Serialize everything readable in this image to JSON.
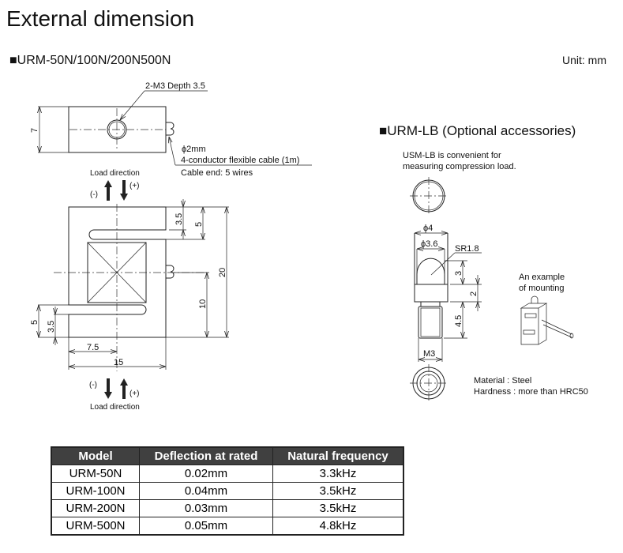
{
  "title": "External dimension",
  "main_section": {
    "heading": "■URM-50N/100N/200N500N",
    "unit": "Unit: mm",
    "callouts": {
      "tap": "2-M3 Depth 3.5",
      "cable_dia": "ϕ2mm",
      "cable": "4-conductor flexible cable (1m)",
      "cable_end": "Cable end: 5 wires",
      "load_direction": "Load direction",
      "minus": "(-)",
      "plus": "(+)"
    },
    "dims": {
      "height_top": "7",
      "d35": "3.5",
      "d5": "5",
      "d20": "20",
      "d10": "10",
      "d75": "7.5",
      "d15": "15"
    }
  },
  "accessory_section": {
    "heading": "■URM-LB (Optional accessories)",
    "desc_line1": "USM-LB is convenient for",
    "desc_line2": "measuring compression load.",
    "dims": {
      "phi4": "ϕ4",
      "phi36": "ϕ3.6",
      "sr": "SR1.8",
      "d3": "3",
      "d2": "2",
      "d45": "4.5",
      "m3": "M3"
    },
    "example_line1": "An example",
    "example_line2": "of mounting",
    "material": "Material : Steel",
    "hardness": "Hardness : more than HRC50"
  },
  "table": {
    "headers": [
      "Model",
      "Deflection at rated",
      "Natural frequency"
    ],
    "rows": [
      [
        "URM-50N",
        "0.02mm",
        "3.3kHz"
      ],
      [
        "URM-100N",
        "0.04mm",
        "3.5kHz"
      ],
      [
        "URM-200N",
        "0.03mm",
        "3.5kHz"
      ],
      [
        "URM-500N",
        "0.05mm",
        "4.8kHz"
      ]
    ]
  }
}
